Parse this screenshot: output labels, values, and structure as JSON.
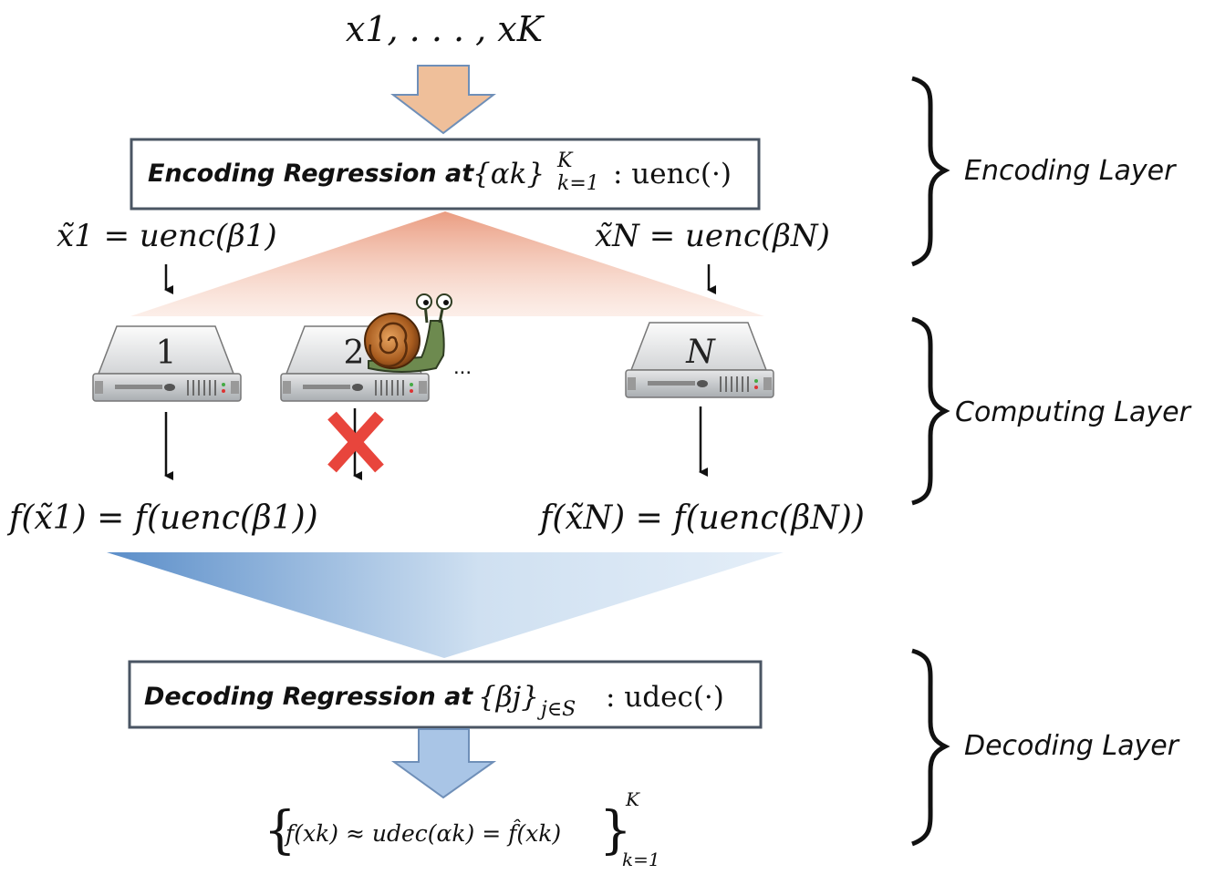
{
  "inputs": "x1, . . . , xK",
  "encoding_box": {
    "title": "Encoding Regression at",
    "set_expr": "{αk}",
    "sup": "K",
    "sub": "k=1",
    "func": ": uenc(·)"
  },
  "encoded_left": "x̃1 = uenc(β1)",
  "encoded_right": "x̃N = uenc(βN)",
  "servers": [
    {
      "label": "1"
    },
    {
      "label": "2",
      "straggler": true
    },
    {
      "label": "N"
    }
  ],
  "ellipsis": "...",
  "output_left": "f(x̃1) = f(uenc(β1))",
  "output_right": "f(x̃N) = f(uenc(βN))",
  "decoding_box": {
    "title": "Decoding Regression at",
    "set_expr": "{βj}",
    "sub": "j∈S",
    "func": ": udec(·)"
  },
  "result": {
    "expr": "f(xk) ≈ udec(αk) = f̂(xk)",
    "sup": "K",
    "sub": "k=1"
  },
  "layers": {
    "encoding": "Encoding Layer",
    "computing": "Computing Layer",
    "decoding": "Decoding Layer"
  },
  "colors": {
    "encode_arrow": "#efbf9a",
    "decode_arrow": "#a9c5e6",
    "box_border": "#4a5563",
    "straggler_cross": "#e8453c"
  }
}
